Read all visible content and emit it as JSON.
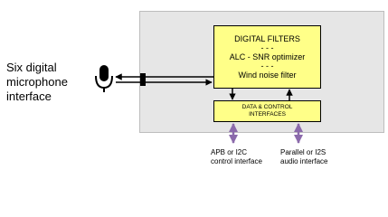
{
  "mic_label": [
    "Six digital",
    "microphone",
    "interface"
  ],
  "filters": {
    "title": "DIGITAL FILTERS",
    "sep1": "- - -",
    "alc": "ALC - SNR optimizer",
    "sep2": "- - -",
    "wind": "Wind noise filter"
  },
  "interfaces": {
    "line1": "DATA & CONTROL",
    "line2": "INTERFACES"
  },
  "apb_label": [
    "APB or I2C",
    "control interface"
  ],
  "parallel_label": [
    "Parallel or I2S",
    "audio interface"
  ],
  "colors": {
    "box_fill": "#ffff88",
    "panel_fill": "#e6e6e6",
    "bus_arrow": "#8b6aab",
    "signal": "#000000"
  }
}
